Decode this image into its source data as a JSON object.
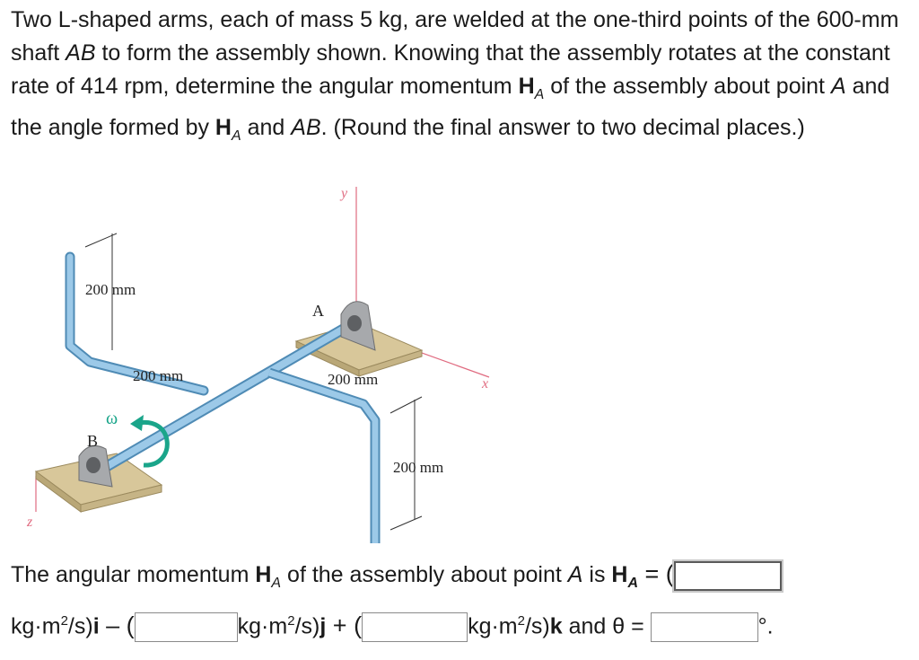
{
  "problem": {
    "text_1": "Two L-shaped arms, each of mass 5 kg, are welded at the one-third points of the 600-mm shaft ",
    "AB": "AB",
    "text_2": " to form the assembly shown. Knowing that the assembly rotates at the constant rate of 414 rpm, determine the angular momentum ",
    "H": "H",
    "A_sub": "A",
    "text_3": " of the assembly about point ",
    "A": "A",
    "text_4": " and the angle formed by ",
    "text_5": " and ",
    "text_6": ". (Round the final answer to two decimal places.)"
  },
  "figure": {
    "labels": {
      "y": "y",
      "x": "x",
      "z": "z",
      "A": "A",
      "B": "B",
      "omega": "ω",
      "dim_vertical_left": "200 mm",
      "dim_horizontal_left": "200 mm",
      "dim_horizontal_right": "200 mm",
      "dim_vertical_right": "200 mm"
    },
    "colors": {
      "shaft": "#9cc9e8",
      "shaft_edge": "#4f8bb5",
      "bearing": "#a7a9ac",
      "base": "#d8c79a",
      "omega_arrow": "#1aa58a",
      "axis": "#e06b80"
    }
  },
  "answer": {
    "lead": "The angular momentum ",
    "H": "H",
    "A_sub": "A",
    "of_assembly": " of the assembly about point ",
    "A": "A",
    "is": " is ",
    "eq": " = (",
    "unit": "kg·m",
    "sq": "2",
    "per_s": "/s)",
    "i": "i",
    "minus": " – (",
    "j": "j",
    "plus": " + (",
    "k": "k",
    "and": " and θ = ",
    "degree": "°."
  }
}
